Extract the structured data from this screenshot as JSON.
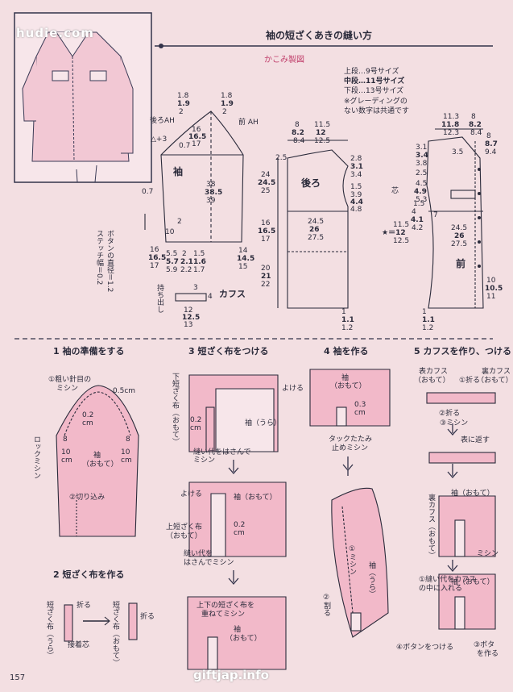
{
  "header": {
    "watermark_site": "hudie.com",
    "title": "袖の短ざくあきの縫い方",
    "pattern_note": "かこみ製図",
    "legend": [
      "上段…9号サイズ",
      "中段…11号サイズ",
      "下段…13号サイズ",
      "※グレーディングの",
      "ない数字は共通です"
    ]
  },
  "sleeve_draft": {
    "back_ah": "後ろAH",
    "front_ah": "前 AH",
    "sleeve_label": "袖",
    "cuff_label": "カフス",
    "overlap_label": "持ち出し",
    "button_note": [
      "ボタンの直径＝1.2",
      "ステッチ幅＝0.2"
    ],
    "nums": {
      "n1": [
        "1.8",
        "1.9",
        "2"
      ],
      "n2": [
        "1.8",
        "1.9",
        "2"
      ],
      "n3": [
        "16",
        "16.5",
        "17"
      ],
      "n4": [
        "38",
        "38.5",
        "39"
      ],
      "n5": [
        "16",
        "16.5",
        "17"
      ],
      "n6": [
        "14",
        "14.5",
        "15"
      ],
      "n7": [
        "5.5",
        "5.7",
        "5.9"
      ],
      "n8": [
        "2",
        "2.1",
        "2.2"
      ],
      "n9": [
        "1.5",
        "1.6",
        "1.7"
      ],
      "n10": [
        "12",
        "12.5",
        "13"
      ],
      "tri": "△+3",
      "t07a": "0.7",
      "t07b": "0.7",
      "t10": "10",
      "t2": "2",
      "t4": "4",
      "t3": "3"
    }
  },
  "back_draft": {
    "label": "後ろ",
    "top": [
      "8",
      "8.2",
      "8.4"
    ],
    "top2": [
      "11.5",
      "12",
      "12.5"
    ],
    "side": [
      "24",
      "24.5",
      "25"
    ],
    "mid": [
      "16",
      "16.5",
      "17"
    ],
    "low": [
      "20",
      "21",
      "22"
    ],
    "right1": [
      "2.8",
      "3.1",
      "3.4"
    ],
    "right2": [
      "3.9",
      "4.4",
      "4.8"
    ],
    "w1": [
      "24.5",
      "26",
      "27.5"
    ],
    "bottom": [
      "1",
      "1.1",
      "1.2"
    ],
    "t25": "2.5",
    "t15": "1.5"
  },
  "front_draft": {
    "label": "前",
    "core_label": "芯",
    "top1": [
      "11.3",
      "11.8",
      "12.3"
    ],
    "top2": [
      "8",
      "8.2",
      "8.4"
    ],
    "t87": [
      "8",
      "8.7",
      "9.4"
    ],
    "left1": [
      "3.1",
      "3.4",
      "3.8"
    ],
    "left2": [
      "4.5",
      "4.9",
      "5.3"
    ],
    "left3": [
      "4",
      "4.1",
      "4.2"
    ],
    "star": [
      "11.5",
      "★＝12",
      "12.5"
    ],
    "w": [
      "24.5",
      "26",
      "27.5"
    ],
    "bottom": [
      "1",
      "1.1",
      "1.2"
    ],
    "right": [
      "10",
      "10.5",
      "11"
    ],
    "t35": "3.5",
    "t25": "2.5",
    "t15": "1.5",
    "t7": "7"
  },
  "steps": [
    {
      "title": "1 袖の準備をする"
    },
    {
      "title": "3 短ざく布をつける"
    },
    {
      "title": "4 袖を作る"
    },
    {
      "title": "5 カフスを作り、つける"
    },
    {
      "title": "2 短ざく布を作る"
    }
  ],
  "step1": {
    "n1": "①粗い針目の",
    "n1b": "ミシン",
    "n05": "0.5cm",
    "n02": "0.2",
    "ncm": "cm",
    "sleeve": "袖",
    "omote": "（おもて）",
    "n8a": "8",
    "n8b": "8",
    "cm10a": "10",
    "cm10b": "10",
    "cma": "cm",
    "cmb": "cm",
    "lock": "ロックミシン",
    "cut": "②切り込み"
  },
  "step2": {
    "strip": "短ざく布（うら）",
    "fold1": "折る",
    "strip2": "短ざく布（おもて）",
    "fold2": "折る",
    "interfacing": "接着芯"
  },
  "step3": {
    "lower_strip": "下短ざく布（おもて）",
    "yokeru1": "よける",
    "sleeve_ura": "袖（うら）",
    "n02": "0.2",
    "ncm": "cm",
    "seam_note1": "縫い代をはさんで",
    "seam_note1b": "ミシン",
    "sleeve_omote": "袖（おもて）",
    "yokeru2": "よける",
    "upper_strip": "上短ざく布",
    "upper_strip_b": "（おもて）",
    "n02b": "0.2",
    "ncm2": "cm",
    "seam_note2": "縫い代を",
    "seam_note2b": "はさんでミシン",
    "overlap_note": "上下の短ざく布を",
    "overlap_note2": "重ねてミシン",
    "sleeve_omote2": "袖",
    "sleeve_omote2b": "（おもて）"
  },
  "step4": {
    "sleeve": "袖",
    "omote": "（おもて）",
    "n03": "0.3",
    "ncm": "cm",
    "tuck": "タックたたみ",
    "tuck2": "止めミシン",
    "sew": "①ミシン",
    "sleeve_ura": "袖（うら）",
    "fold": "②割る"
  },
  "step5": {
    "cuff_front": "表カフス",
    "cuff_front_b": "（おもて）",
    "fold1": "①折る",
    "back_cuff": "裏カフス",
    "back_cuff_b": "（おもて）",
    "fold2": "②折る",
    "sew3": "③ミシン",
    "turn": "表に返す",
    "sleeve": "袖（おもて）",
    "back_cuff2": "裏カフス（おもて）",
    "sew_right": "ミシン",
    "insert": "①縫い代をカフス",
    "insert2": "の中に入れる",
    "sleeve2": "袖（おもて）",
    "button": "④ボタンをつける",
    "bot_right": "③ボタ",
    "bot_right2": "を作る"
  },
  "footer": {
    "page_number": "157",
    "watermark": "giftjap.info"
  }
}
